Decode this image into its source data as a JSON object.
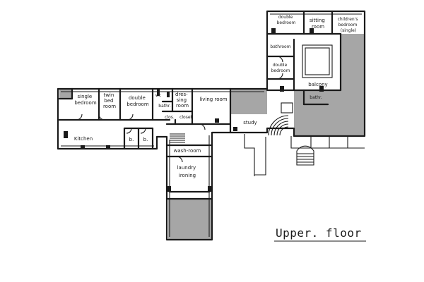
{
  "title": "Upper. floor",
  "rooms": {
    "double_bedroom_top": [
      "double",
      "bedroom"
    ],
    "sitting_room": [
      "sitting",
      "room"
    ],
    "childrens_bedroom": [
      "children's",
      "bedroom",
      "(single)"
    ],
    "bathroom_right": [
      "bathroom"
    ],
    "double_bedroom_right": [
      "double",
      "bedroom"
    ],
    "balcony": [
      "balcony"
    ],
    "bathr_right": [
      "bathr."
    ],
    "single_bedroom": [
      "single",
      "bedroom"
    ],
    "twin_bed_room": [
      "twin",
      "bed",
      "room"
    ],
    "double_bedroom_left": [
      "double",
      "bedroom"
    ],
    "wc": [
      "wc"
    ],
    "bathr_left": [
      "bathr."
    ],
    "dressing_room": [
      "dres-",
      "sing",
      "room"
    ],
    "living_room": [
      "living room"
    ],
    "clos": [
      "clos."
    ],
    "closet": [
      "closet"
    ],
    "study": [
      "study"
    ],
    "kitchen": [
      "Kitchen"
    ],
    "b1": [
      "b."
    ],
    "b2": [
      "b."
    ],
    "wash_room": [
      "wash-room"
    ],
    "laundry_ironing": [
      "laundry",
      "ironing"
    ]
  }
}
